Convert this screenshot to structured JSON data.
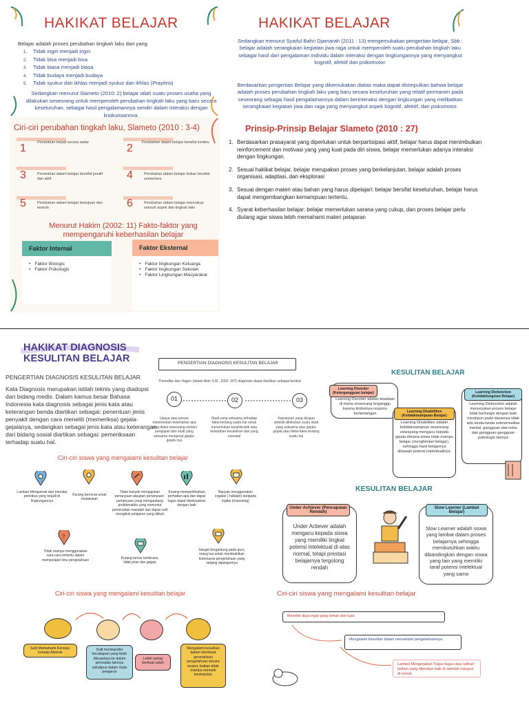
{
  "slide1": {
    "title": "HAKIKAT BELAJAR",
    "intro": "Belajar adalah proses perubahan tingkah laku dari yang",
    "items": [
      {
        "num": "1.",
        "text": "Tidak ingin menjadi ingin"
      },
      {
        "num": "2.",
        "text": "Tidak bisa menjadi bisa"
      },
      {
        "num": "3.",
        "text": "Tidak biasa menjadi biasa"
      },
      {
        "num": "4.",
        "text": "Tidak budaya menjadi budaya"
      },
      {
        "num": "5.",
        "text": "Tidak syukur dan ikhlas menjadi syukur dan ikhlas (Prayitno)"
      }
    ],
    "para": "Sedangkan menurut Slameto (2010: 2) belajar ialah suatu proses usaha yang dilakukan seseorang untuk memperoleh perubahan tingkah laku yang baru secara keseluruhan, sebagai hasil pengalamannya sendiri dalam interaksi dengan lingkungannya."
  },
  "slide2": {
    "title": "HAKIKAT BELAJAR",
    "para1": "Sedangkan menurut Syaiful Bahri Djamarah (2011 : 13) mengemukakan pengertian belajar, Sbb : belajar adalah serangkaian kegiatan jiwa raga untuk memperoleh suatu perubahan tingkah laku sebagai hasil dari pengalaman individu dalam interaksi dengan lingkungannya yang menyangkut kognitif, afektif dan psikomotor.",
    "para2": "Berdasarkan pengertian Belajar yang dikemukakan diatas maka dapat disimpulkan bahwa belajar adalah proses perubahan tingkah laku yang baru secara keseluruhan yang relatif permanen pada seseorang sebagai hasil pengalamannya dalam berinteraksi dengan lingkungan yang melibatkan serangkaian kegiatan jiwa dan raga yang menyangkut aspek kognitif, afektif, dan psikomotor."
  },
  "slide3": {
    "title": "Ciri-ciri perubahan tingkah laku, Slameto (2010 : 3-4)",
    "ciri": [
      {
        "num": "1",
        "text": "Perubahan terjadi secara sadar"
      },
      {
        "num": "2",
        "text": "Perubahan dalam belajar bersifat kontinu"
      },
      {
        "num": "3",
        "text": "Perubahan dalam belajar bersifat positif dan aktif"
      },
      {
        "num": "4",
        "text": "Perubahan dalam belajar bukan bersifat sementara"
      },
      {
        "num": "5",
        "text": "Perubahan dalam belajar bertujuan dan terarah"
      },
      {
        "num": "6",
        "text": "Perubahan dalam belajar mencakup seluruh aspek dan tingkah laku"
      }
    ],
    "hakim": "Menurut Hakim (2002: 11) Fakto-faktor yang mempengaruhi keberhasilan belajar",
    "internal_title": "Faktor Internal",
    "internal": [
      "Faktor Biologis",
      "Faktor Psikologis"
    ],
    "external_title": "Faktor Eksternal",
    "external": [
      "Faktor lingkungan Keluarga",
      "Faktor lingkungan Sekolah",
      "Faktor Lingkungan Masyarakat"
    ]
  },
  "slide4": {
    "title": "Prinsip-Prinsip Belajar Slameto (2010 : 27)",
    "items": [
      {
        "num": "1.",
        "text": "Berdasarkan prasayarat yang diperlukan untuk berpartisipasi aktif, belajar harus dapat menimbulkan reinforcement dan motivasi yang yang kuat pada diri siswa, belajar memerlukan adanya interaksi dengan lingkungan."
      },
      {
        "num": "2.",
        "text": "Sesuai hakikat belajar, belajar merupakan proses yang berkelanjutan, belajar adalah proses organisasi, adaptasi, dan eksplorasi"
      },
      {
        "num": "3.",
        "text": "Sesuai dengan materi atau bahan yang harus dipelajari: belajar bersifat keseluruhan, belajar harus dapat mengembangkan kemampuan tertentu."
      },
      {
        "num": "4.",
        "text": "Syarat keberhasilan belajar: belajar memerlukan sarana yang cukup, dan proses belajar perlu diulang agar siswa lebih memahami materi pelajaran"
      }
    ]
  },
  "diagnosis": {
    "title": "HAKIKAT DIAGNOSIS KESULITAN BELAJAR",
    "subtitle": "PENGERTIAN DIAGNOSIS KESULITAN BELAJAR",
    "para": "Kata Diagnosis merupakan istilah teknis yang diadopsi dari bidang medis. Dalam kamus besar Bahasa Indonesia kata diagnosis sebagai jenis kata atau keterangan benda diartikan sebagai: penentuan jenis penyakit dengan cara meneliti (memeriksa) gejala-gejalanya, sedangkan sebagai jenis kata atau keterangan dari bidang sosial diartikan sebagai: pemeriksaan terhadap suatu hal.",
    "banner": "PENGERTIAN DIAGNOSIS KESULITAN BELAJAR",
    "thorndike": "Thorndike dan Hagen (dalam Abin S.M., 2002: 307) diagnosis dapat diartikan sebagai berikut:",
    "steps": [
      {
        "num": "01",
        "text": "Upaya atau proses menemukan kelemahan apa yang dialui seseorang melalui pengujian dan studi yang seksama mengenai gejala-gejala nya"
      },
      {
        "num": "02",
        "text": "Studi yang seksama terhadap fakta tentang suatu hal untuk menemukan karakteristik atau kesalahan-kesalahan dan yang esensial"
      },
      {
        "num": "03",
        "text": "Keputusan yang dicapai setelah dilakukan suatu studi yang seksama atas gejala-gejala atau fakta-fakta tentang suatu hal"
      }
    ]
  },
  "ciri_siswa_1": {
    "title": "Ciri-ciri siswa yang mengalami kesulitan belajar",
    "items": [
      "Lamban Mengamati dan menalar peristiwa yang terjadi di lingkungannya",
      "Kurang bermnat untuk melakukan",
      "Tidak banyak mengajukan pertanyaan ataupun pertanyaan-pertanyaan yang mengandung problematika yang menuntut pemecahan masalah dan dapat sulit mengikuti pelajaran yang diikuti",
      "Kurang memperlihatkan perhatian apa dan dapat tugas dapat diselesaikan dengan baik",
      "Banyak menggunakan ingatan ( hafalan) daripada logika (reasoning)",
      "Tidak mampu menggunakan cara-cara tertentu dalam mempelajari ilmu pengetahuan",
      "Kurang lancar berbicara, tidak jelas dan gagap",
      "Sangat bergantung pada guru, orang tua untuk membuktikan kebenaran pengetahuan yang sedang dipelajarinya"
    ]
  },
  "ciri_siswa_2": {
    "title": "Ciri-ciri siswa yang mengalami kesulitan belajar",
    "items": [
      "Sulit Memahami Konsep-konsep Abstrak",
      "Sulit mentransfer kecakapan yang telah dikuasinya ke dalam persoalan lainnya sekalipun dalam mata pelajaran",
      "Lebih sering berbuat salah",
      "Mengalami kesulitan dalam membuat generalisasi pengetahuan secara teratur, baikan tidak mampu menarik kesimpulan"
    ]
  },
  "kesulitan1": {
    "title": "KESULITAN BELAJAR",
    "disorder_title": "Learning Disorder (Ketergangguan belajar)",
    "disorder_text": "Learning Disorder adalah keadaan di mana seseorang terganggu karena timbulnya respons bertentangan",
    "disab_title": "Learning Disabilities (Ketidakmampuan Belajar)",
    "disab_text": "Learning Disabilities adalah ketidakmampuan seseorang siswayang mengacu kepada gejala dimana siswa tidak mampu belajar (menghindari belajar), sehingga hasil belajarnya dibawah potensi intelektualnya.",
    "disf_title": "Learning Disfunction (Ketidakfungsian Belajar)",
    "disf_text": "Learning Disfunction adalah menunjukan proses belajar tidak berfungsi dengan baik meskipun pada dasarnya tidak ada tanda-tanda subnormalitas mental, gangguan alat indra dan gangguan-gangguan psikologis lainnya"
  },
  "kesulitan2": {
    "title": "KESULITAN BELAJAR",
    "under_title": "Under Achiever (Pencapaian Rendah)",
    "under_text": "Under Actiever adalah mengacu kepada siswa yang memiliki tingkat potensi intelektual di atas normal, tetapi prestasi belajarnya tergolong rendah",
    "slow_title": "Slow Learner (Lambat Belajar)",
    "slow_text": "Slow Learner adalah siswa yang lambat dalam proses belajarnya sehingga membutuhkan waktu dibandingkan dengan siswa yang lain yang memiliki taraf potensi intelektual yang sama"
  },
  "ciri_siswa_3": {
    "title": "Ciri-ciri siswa yang mengalami kesulitan belajar",
    "items": [
      "Memiliki daya ingat yang lemah dan lupa",
      "Mengalami kesulitan dalam memahami pengetahuannya",
      "Lambat Mengerjakan Tugas-tugas atau latihan-latihan yang diberikan baik di sekolah maupun di rumah"
    ]
  },
  "colors": {
    "red": "#c4382e",
    "blue_text": "#2f4a8a",
    "teal": "#63b7a7",
    "peach": "#f7b89a",
    "purple": "#4a3b8a",
    "dark_teal": "#2e7f86"
  }
}
